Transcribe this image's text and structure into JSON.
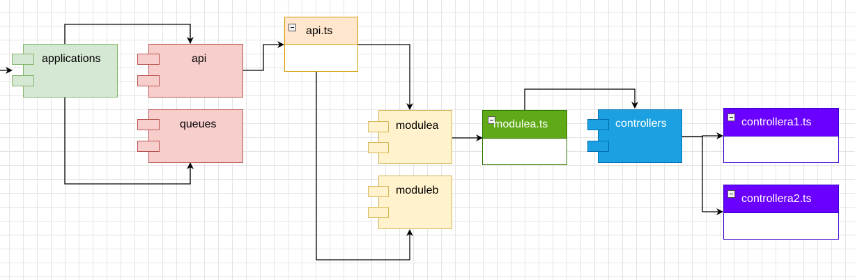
{
  "colors": {
    "green_fill": "#d5e8d4",
    "green_stroke": "#82b366",
    "red_fill": "#f8cecc",
    "red_stroke": "#b85450",
    "orange_fill": "#ffe6cc",
    "orange_stroke": "#d79b00",
    "yellow_fill": "#fff2cc",
    "yellow_stroke": "#d6b656",
    "dkgreen_fill": "#60a917",
    "dkgreen_stroke": "#2d7600",
    "blue_fill": "#1ba1e2",
    "blue_stroke": "#006eaf",
    "purple_fill": "#6a00ff",
    "purple_stroke": "#3700cc"
  },
  "nodes": {
    "applications": {
      "label": "applications"
    },
    "api": {
      "label": "api"
    },
    "queues": {
      "label": "queues"
    },
    "api_ts": {
      "label": "api.ts",
      "icon": "minus-icon"
    },
    "modulea": {
      "label": "modulea"
    },
    "moduleb": {
      "label": "moduleb"
    },
    "modulea_ts": {
      "label": "modulea.ts",
      "icon": "minus-icon"
    },
    "controllers": {
      "label": "controllers"
    },
    "controllera1_ts": {
      "label": "controllera1.ts",
      "icon": "minus-icon"
    },
    "controllera2_ts": {
      "label": "controllera2.ts",
      "icon": "minus-icon"
    }
  },
  "edges": [
    {
      "from": "external",
      "to": "applications"
    },
    {
      "from": "applications",
      "to": "api"
    },
    {
      "from": "applications",
      "to": "queues"
    },
    {
      "from": "api",
      "to": "api.ts"
    },
    {
      "from": "api.ts",
      "to": "modulea"
    },
    {
      "from": "api.ts",
      "to": "moduleb"
    },
    {
      "from": "modulea",
      "to": "modulea.ts"
    },
    {
      "from": "modulea.ts",
      "to": "controllers"
    },
    {
      "from": "controllers",
      "to": "controllera1.ts"
    },
    {
      "from": "controllers",
      "to": "controllera2.ts"
    }
  ]
}
